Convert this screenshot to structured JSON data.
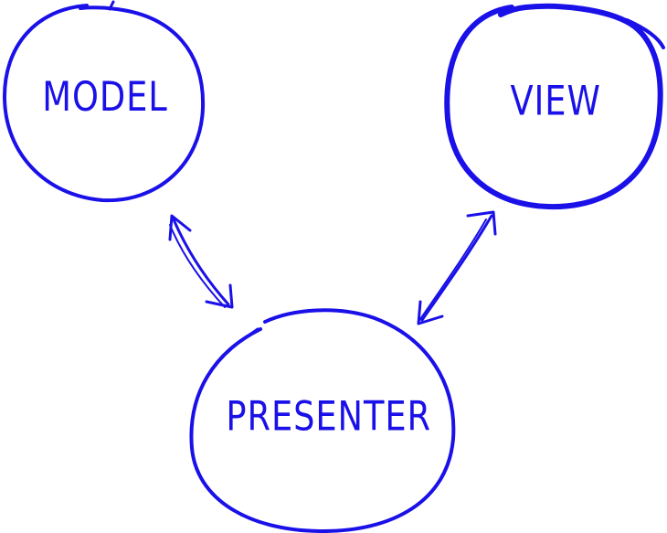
{
  "diagram": {
    "stroke_color": "#1a10e8",
    "background": "#ffffff",
    "nodes": [
      {
        "id": "model",
        "label": "MODEL"
      },
      {
        "id": "view",
        "label": "VIEW"
      },
      {
        "id": "presenter",
        "label": "PRESENTER"
      }
    ],
    "edges": [
      {
        "from": "model",
        "to": "presenter",
        "direction": "bidirectional"
      },
      {
        "from": "view",
        "to": "presenter",
        "direction": "bidirectional"
      }
    ]
  }
}
